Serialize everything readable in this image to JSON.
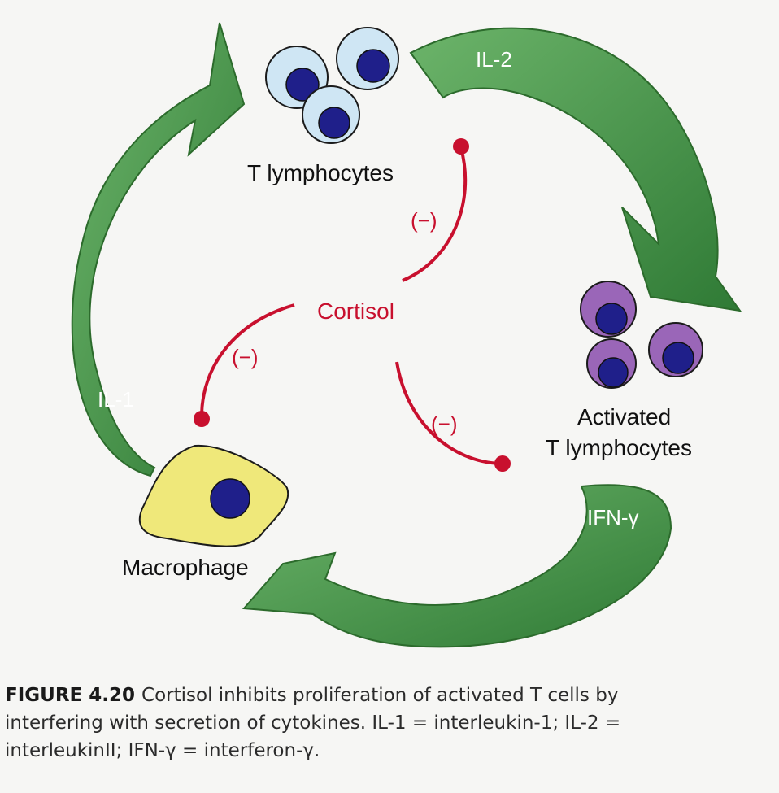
{
  "diagram": {
    "center_label": "Cortisol",
    "inhibition_label": "(−)",
    "nodes": {
      "t_lymphocytes": "T lymphocytes",
      "activated_line1": "Activated",
      "activated_line2": "T lymphocytes",
      "macrophage": "Macrophage"
    },
    "arrows": {
      "il1": "IL-1",
      "il2": "IL-2",
      "ifn": "IFN-γ"
    },
    "colors": {
      "arrow_green": "#3f8f3f",
      "arrow_green_light": "#5aa85a",
      "inhibit_red": "#c8102e",
      "t_cell_body": "#cfe6f4",
      "activated_cell_body": "#9a66b8",
      "macrophage_body": "#efe87a",
      "nucleus": "#1f1f8a"
    }
  },
  "caption": {
    "figure_number": "FIGURE 4.20",
    "line1": "Cortisol inhibits proliferation of activated T cells by",
    "line2": "interfering with secretion of cytokines. IL-1 = interleukin-1;  IL-2 =",
    "line3": "interleukinII;  IFN-γ = interferon-γ."
  }
}
